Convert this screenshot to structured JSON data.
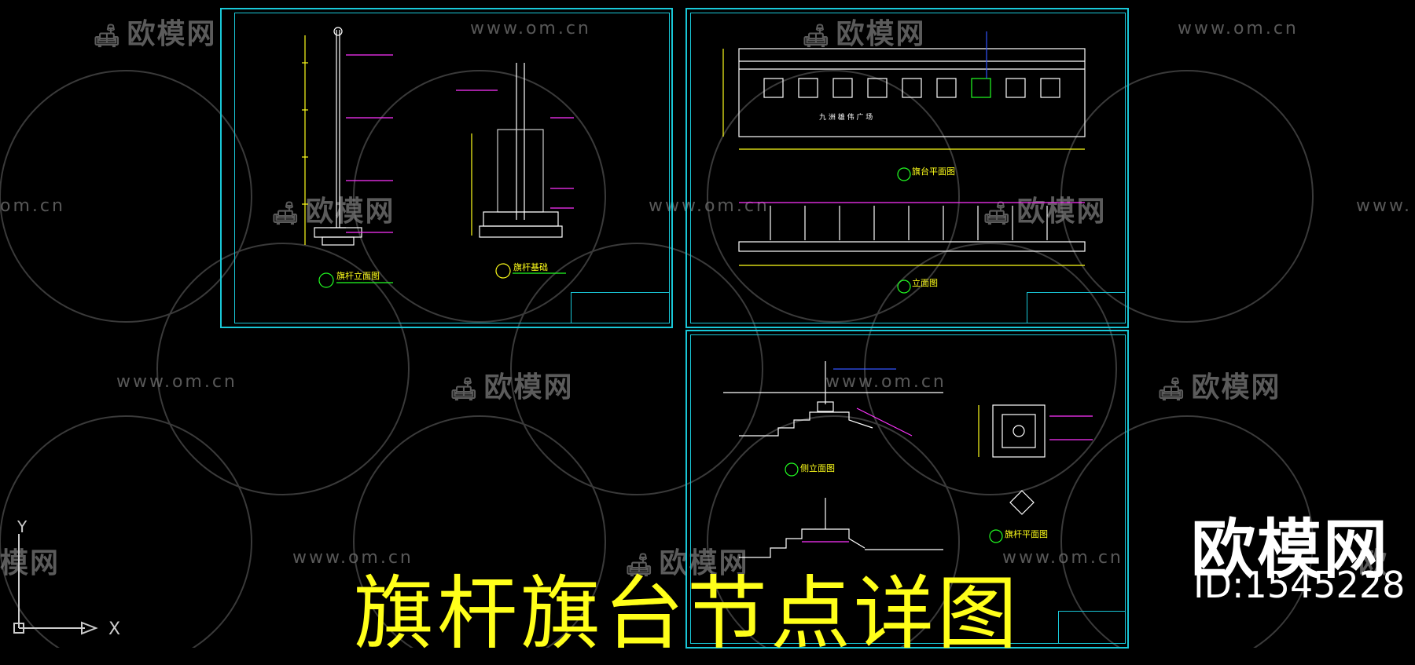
{
  "watermark": {
    "url_text": "www.om.cn",
    "url_partial_left": "om.cn",
    "url_partial_right": "www.",
    "logo_text": "欧模网",
    "logo_partial_left": "模网",
    "logo_partial_right": "欧"
  },
  "title": "旗杆旗台节点详图",
  "brand": {
    "name": "欧模网",
    "id_text": "ID:1545228"
  },
  "ucs": {
    "x_label": "X",
    "y_label": "Y"
  },
  "drawing_labels": {
    "platform_plan": "旗台平面图",
    "elevation": "立面图",
    "side_elevation": "侧立面图",
    "flagpole_plan": "旗杆平面图",
    "flagpole_elevation": "旗杆立面图",
    "flagpole_foundation": "旗杆基础",
    "plaza_name": "九 洲 雄 伟 广 场"
  },
  "colors": {
    "background": "#000000",
    "sheet_border": "#19c8d8",
    "cad_white": "#ffffff",
    "cad_magenta": "#ff33ff",
    "cad_yellow": "#ffff1a",
    "cad_green": "#22ff22",
    "cad_blue": "#3355ff",
    "title_yellow": "#ffff1a"
  }
}
